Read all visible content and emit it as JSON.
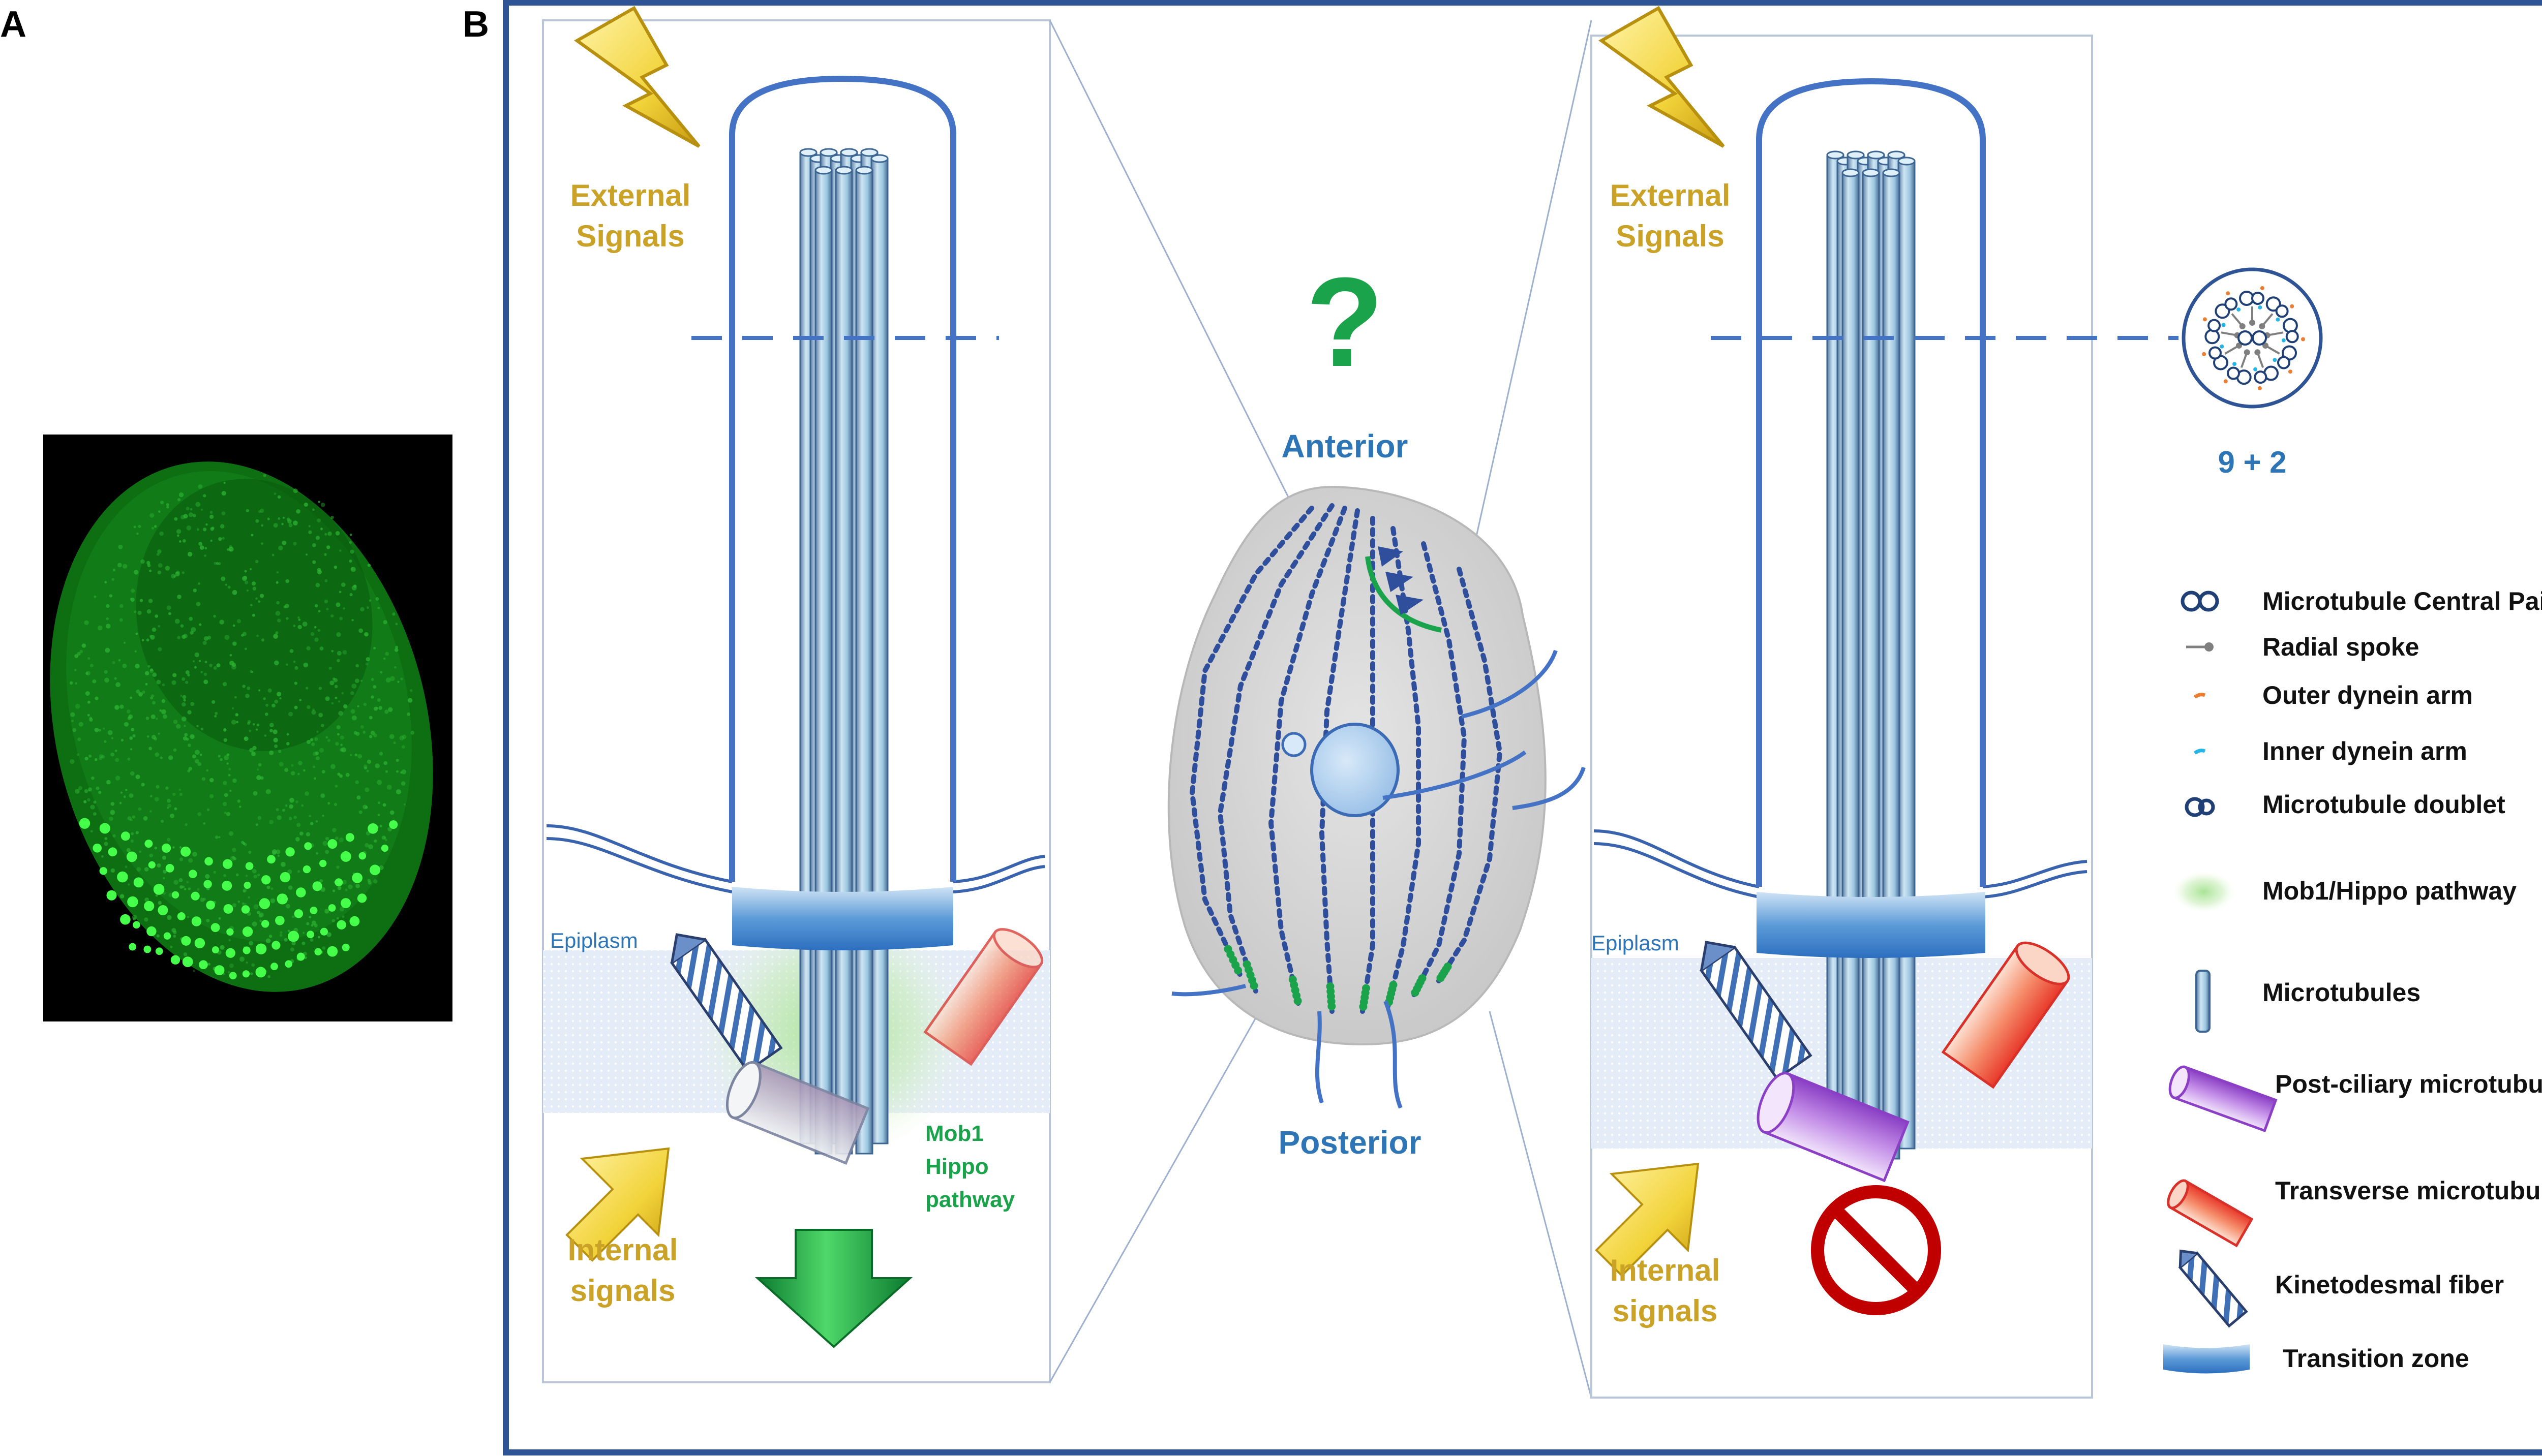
{
  "panel_a": {
    "letter": "A"
  },
  "panel_b": {
    "letter": "B"
  },
  "left_box": {
    "external_signals": [
      "External",
      "Signals"
    ],
    "internal_signals": [
      "Internal",
      "signals"
    ],
    "epiplasm": "Epiplasm",
    "mob1_label": [
      "Mob1",
      "Hippo",
      "pathway"
    ]
  },
  "center": {
    "question_mark": "?",
    "anterior": "Anterior",
    "posterior": "Posterior"
  },
  "right_box": {
    "external_signals": [
      "External",
      "Signals"
    ],
    "internal_signals": [
      "Internal",
      "signals"
    ],
    "epiplasm": "Epiplasm",
    "cross_section_label": "9 + 2"
  },
  "legend": [
    {
      "icon": "central-pair-icon",
      "label": "Microtubule Central Pair"
    },
    {
      "icon": "radial-spoke-icon",
      "label": "Radial spoke"
    },
    {
      "icon": "outer-dynein-arm-icon",
      "label": "Outer dynein arm"
    },
    {
      "icon": "inner-dynein-arm-icon",
      "label": "Inner dynein arm"
    },
    {
      "icon": "microtubule-doublet-icon",
      "label": "Microtubule doublet"
    },
    {
      "icon": "mob1-hippo-icon",
      "label": "Mob1/Hippo pathway"
    },
    {
      "icon": "microtubule-icon",
      "label": "Microtubules"
    },
    {
      "icon": "post-ciliary-icon",
      "label": "Post-ciliary  microtubules"
    },
    {
      "icon": "transverse-icon",
      "label": "Transverse microtubules"
    },
    {
      "icon": "kinetodesmal-icon",
      "label": "Kinetodesmal fiber"
    },
    {
      "icon": "transition-zone-icon",
      "label": "Transition zone"
    }
  ],
  "colors": {
    "frame_blue": "#2f5496",
    "cilium_blue": "#4472c4",
    "signal_gold": "#c9a227",
    "label_blue": "#2e75b6",
    "mob1_green": "#1aa34a",
    "cell_grey": "#d6d6d6",
    "block_red": "#c00000"
  }
}
